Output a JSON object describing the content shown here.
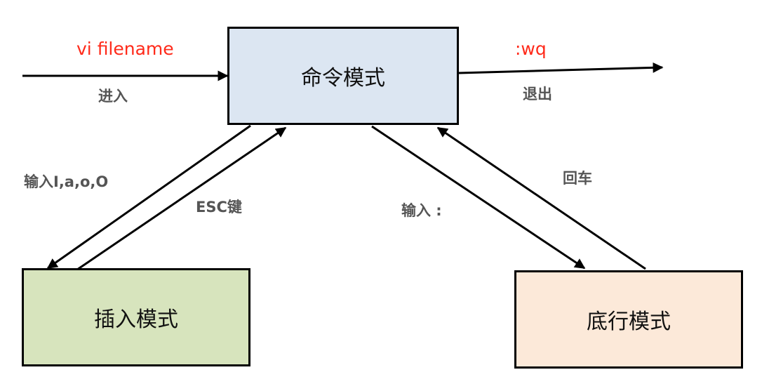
{
  "colors": {
    "command_mode_fill": "#dce6f2",
    "insert_mode_fill": "#d7e4bd",
    "bottom_line_mode_fill": "#fce9d9",
    "command_text_red": "#ff2a1a",
    "label_gray": "#555555",
    "line": "#000000"
  },
  "modes": {
    "command": "命令模式",
    "insert": "插入模式",
    "bottom_line": "底行模式"
  },
  "labels": {
    "open_command": "vi filename",
    "enter": "进入",
    "save_quit_command": ":wq",
    "exit": "退出",
    "insert_keys": "输入I,a,o,O",
    "esc_key": "ESC键",
    "input_colon": "输入 :",
    "return_key": "回车"
  }
}
